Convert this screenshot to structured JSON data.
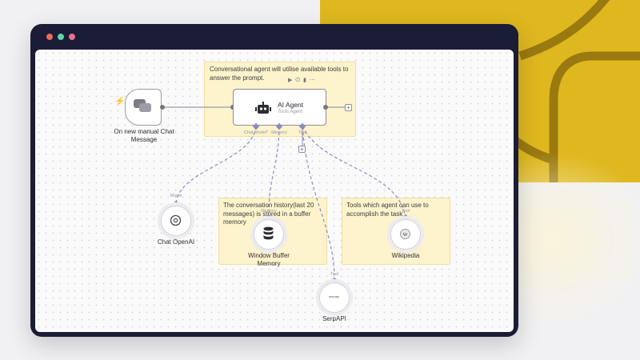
{
  "window": {
    "traffic_colors": [
      "#ec6a5e",
      "#62d3a4",
      "#ea6e8e"
    ]
  },
  "notes": {
    "agent_note": "Conversational agent will utilise available tools to answer the prompt.",
    "memory_note": "The conversation history(last 20 messages) is stored in a buffer memory",
    "tools_note": "Tools which agent can use to accomplish the task"
  },
  "nodes": {
    "trigger": {
      "label": "On new manual Chat Message",
      "icon": "chat-bubbles-icon"
    },
    "agent": {
      "title": "AI Agent",
      "subtitle": "Tools Agent",
      "icon": "robot-icon"
    },
    "openai": {
      "label": "Chat OpenAI",
      "icon": "openai-icon"
    },
    "memory": {
      "label": "Window Buffer Memory",
      "icon": "database-icon"
    },
    "wikipedia": {
      "label": "Wikipedia",
      "icon": "wikipedia-icon"
    },
    "serpapi": {
      "label": "SerpAPI",
      "icon_text": "serpapi"
    }
  },
  "ports": {
    "chat_model": "Chat Model*",
    "memory": "Memory",
    "tool": "Tool",
    "model_in": "Model",
    "memory_in": "Memory",
    "tool_in_wiki": "Tool",
    "tool_in_serp": "Tool"
  },
  "toolbar": [
    "play-icon",
    "power-icon",
    "trash-icon",
    "more-icon"
  ],
  "colors": {
    "accent_yellow": "#dfb81f",
    "frame": "#1b1c36",
    "note_bg": "#fdf3cc",
    "connector": "#8c8cc0"
  }
}
